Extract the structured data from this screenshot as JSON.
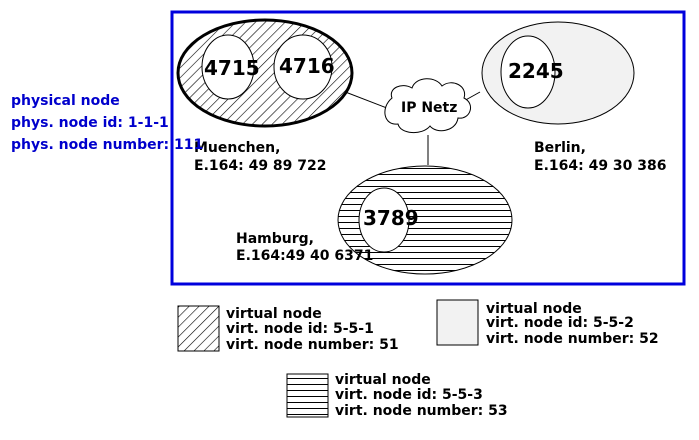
{
  "physical_node": {
    "title": "physical node",
    "id_line": "phys. node id: 1-1-1",
    "number_line": "phys. node number: 111"
  },
  "network": {
    "label": "IP Netz"
  },
  "cities": {
    "muenchen": {
      "name": "Muenchen,",
      "e164": "E.164: 49 89 722"
    },
    "berlin": {
      "name": "Berlin,",
      "e164": "E.164: 49 30 386"
    },
    "hamburg": {
      "name": "Hamburg,",
      "e164": "E.164:49 40 6371"
    }
  },
  "node_numbers": {
    "n4715": "4715",
    "n4716": "4716",
    "n2245": "2245",
    "n3789": "3789"
  },
  "legend": [
    {
      "pattern": "diagonal-hatch",
      "title": "virtual node",
      "id": "virt. node id: 5-5-1",
      "number": "virt. node number: 51"
    },
    {
      "pattern": "light-gray",
      "title": "virtual node",
      "id": "virt. node id: 5-5-2",
      "number": "virt. node number: 52"
    },
    {
      "pattern": "horizontal-lines",
      "title": "virtual node",
      "id": "virt. node id: 5-5-3",
      "number": "virt. node number: 53"
    }
  ],
  "colors": {
    "frame": "#0000dd",
    "phys_text": "#0000cc",
    "light_gray_fill": "#f2f2f2"
  }
}
